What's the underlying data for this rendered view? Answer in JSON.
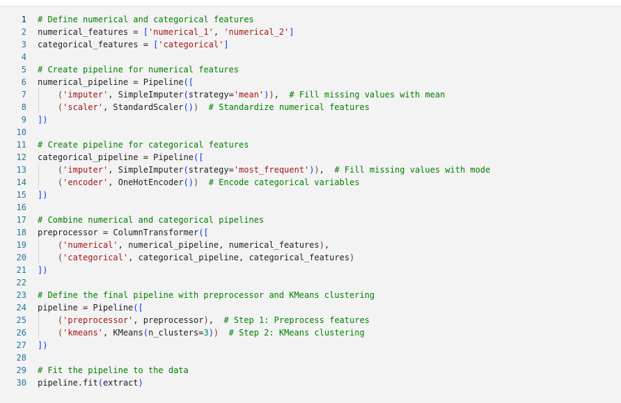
{
  "editor": {
    "active_line": 1,
    "lines": [
      {
        "n": "1",
        "indent": false,
        "tokens": [
          [
            "c",
            "# Define numerical and categorical features"
          ]
        ]
      },
      {
        "n": "2",
        "indent": false,
        "tokens": [
          [
            "t",
            "numerical_features = "
          ],
          [
            "b1",
            "["
          ],
          [
            "s",
            "'numerical_1'"
          ],
          [
            "t",
            ", "
          ],
          [
            "s",
            "'numerical_2'"
          ],
          [
            "b1",
            "]"
          ]
        ]
      },
      {
        "n": "3",
        "indent": false,
        "tokens": [
          [
            "t",
            "categorical_features = "
          ],
          [
            "b1",
            "["
          ],
          [
            "s",
            "'categorical'"
          ],
          [
            "b1",
            "]"
          ]
        ]
      },
      {
        "n": "4",
        "indent": false,
        "tokens": []
      },
      {
        "n": "5",
        "indent": false,
        "tokens": [
          [
            "c",
            "# Create pipeline for numerical features"
          ]
        ]
      },
      {
        "n": "6",
        "indent": false,
        "tokens": [
          [
            "t",
            "numerical_pipeline = Pipeline"
          ],
          [
            "b1",
            "(["
          ]
        ]
      },
      {
        "n": "7",
        "indent": true,
        "tokens": [
          [
            "t",
            "    "
          ],
          [
            "b2",
            "("
          ],
          [
            "s",
            "'imputer'"
          ],
          [
            "t",
            ", SimpleImputer"
          ],
          [
            "b1",
            "("
          ],
          [
            "t",
            "strategy="
          ],
          [
            "s",
            "'mean'"
          ],
          [
            "b1",
            ")"
          ],
          [
            "b2",
            ")"
          ],
          [
            "t",
            ",  "
          ],
          [
            "c",
            "# Fill missing values with mean"
          ]
        ]
      },
      {
        "n": "8",
        "indent": true,
        "tokens": [
          [
            "t",
            "    "
          ],
          [
            "b2",
            "("
          ],
          [
            "s",
            "'scaler'"
          ],
          [
            "t",
            ", StandardScaler"
          ],
          [
            "b1",
            "()"
          ],
          [
            "b2",
            ")"
          ],
          [
            "t",
            "  "
          ],
          [
            "c",
            "# Standardize numerical features"
          ]
        ]
      },
      {
        "n": "9",
        "indent": false,
        "tokens": [
          [
            "b1",
            "])"
          ]
        ]
      },
      {
        "n": "10",
        "indent": false,
        "tokens": []
      },
      {
        "n": "11",
        "indent": false,
        "tokens": [
          [
            "c",
            "# Create pipeline for categorical features"
          ]
        ]
      },
      {
        "n": "12",
        "indent": false,
        "tokens": [
          [
            "t",
            "categorical_pipeline = Pipeline"
          ],
          [
            "b1",
            "(["
          ]
        ]
      },
      {
        "n": "13",
        "indent": true,
        "tokens": [
          [
            "t",
            "    "
          ],
          [
            "b2",
            "("
          ],
          [
            "s",
            "'imputer'"
          ],
          [
            "t",
            ", SimpleImputer"
          ],
          [
            "b1",
            "("
          ],
          [
            "t",
            "strategy="
          ],
          [
            "s",
            "'most_frequent'"
          ],
          [
            "b1",
            ")"
          ],
          [
            "b2",
            ")"
          ],
          [
            "t",
            ",  "
          ],
          [
            "c",
            "# Fill missing values with mode"
          ]
        ]
      },
      {
        "n": "14",
        "indent": true,
        "tokens": [
          [
            "t",
            "    "
          ],
          [
            "b2",
            "("
          ],
          [
            "s",
            "'encoder'"
          ],
          [
            "t",
            ", OneHotEncoder"
          ],
          [
            "b1",
            "()"
          ],
          [
            "b2",
            ")"
          ],
          [
            "t",
            "  "
          ],
          [
            "c",
            "# Encode categorical variables"
          ]
        ]
      },
      {
        "n": "15",
        "indent": false,
        "tokens": [
          [
            "b1",
            "])"
          ]
        ]
      },
      {
        "n": "16",
        "indent": false,
        "tokens": []
      },
      {
        "n": "17",
        "indent": false,
        "tokens": [
          [
            "c",
            "# Combine numerical and categorical pipelines"
          ]
        ]
      },
      {
        "n": "18",
        "indent": false,
        "tokens": [
          [
            "t",
            "preprocessor = ColumnTransformer"
          ],
          [
            "b1",
            "(["
          ]
        ]
      },
      {
        "n": "19",
        "indent": true,
        "tokens": [
          [
            "t",
            "    "
          ],
          [
            "b2",
            "("
          ],
          [
            "s",
            "'numerical'"
          ],
          [
            "t",
            ", numerical_pipeline, numerical_features"
          ],
          [
            "b2",
            ")"
          ],
          [
            "t",
            ","
          ]
        ]
      },
      {
        "n": "20",
        "indent": true,
        "tokens": [
          [
            "t",
            "    "
          ],
          [
            "b2",
            "("
          ],
          [
            "s",
            "'categorical'"
          ],
          [
            "t",
            ", categorical_pipeline, categorical_features"
          ],
          [
            "b2",
            ")"
          ]
        ]
      },
      {
        "n": "21",
        "indent": false,
        "tokens": [
          [
            "b1",
            "])"
          ]
        ]
      },
      {
        "n": "22",
        "indent": false,
        "tokens": []
      },
      {
        "n": "23",
        "indent": false,
        "tokens": [
          [
            "c",
            "# Define the final pipeline with preprocessor and KMeans clustering"
          ]
        ]
      },
      {
        "n": "24",
        "indent": false,
        "tokens": [
          [
            "t",
            "pipeline = Pipeline"
          ],
          [
            "b1",
            "(["
          ]
        ]
      },
      {
        "n": "25",
        "indent": true,
        "tokens": [
          [
            "t",
            "    "
          ],
          [
            "b2",
            "("
          ],
          [
            "s",
            "'preprocessor'"
          ],
          [
            "t",
            ", preprocessor"
          ],
          [
            "b2",
            ")"
          ],
          [
            "t",
            ",  "
          ],
          [
            "c",
            "# Step 1: Preprocess features"
          ]
        ]
      },
      {
        "n": "26",
        "indent": true,
        "tokens": [
          [
            "t",
            "    "
          ],
          [
            "b2",
            "("
          ],
          [
            "s",
            "'kmeans'"
          ],
          [
            "t",
            ", KMeans"
          ],
          [
            "b1",
            "("
          ],
          [
            "t",
            "n_clusters="
          ],
          [
            "n",
            "3"
          ],
          [
            "b1",
            ")"
          ],
          [
            "b2",
            ")"
          ],
          [
            "t",
            "  "
          ],
          [
            "c",
            "# Step 2: KMeans clustering"
          ]
        ]
      },
      {
        "n": "27",
        "indent": false,
        "tokens": [
          [
            "b1",
            "])"
          ]
        ]
      },
      {
        "n": "28",
        "indent": false,
        "tokens": []
      },
      {
        "n": "29",
        "indent": false,
        "tokens": [
          [
            "c",
            "# Fit the pipeline to the data"
          ]
        ]
      },
      {
        "n": "30",
        "indent": false,
        "tokens": [
          [
            "t",
            "pipeline.fit"
          ],
          [
            "b1",
            "("
          ],
          [
            "t",
            "extract"
          ],
          [
            "b1",
            ")"
          ]
        ]
      }
    ]
  }
}
